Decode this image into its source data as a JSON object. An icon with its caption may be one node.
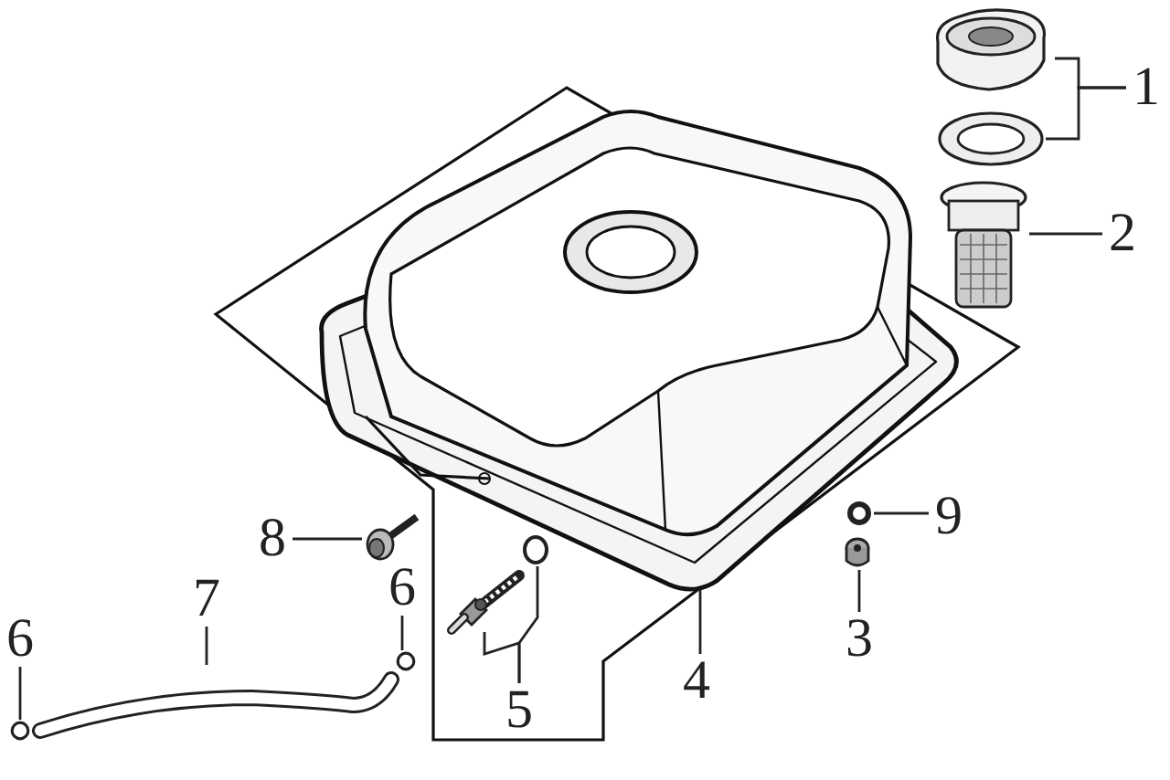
{
  "diagram": {
    "nodes": [
      {
        "text": [
          "1"
        ]
      },
      {
        "text": [],
        "shape": "picture"
      },
      {
        "text": [],
        "shape": "picture"
      },
      {
        "text": [
          "2"
        ]
      },
      {
        "text": [],
        "shape": "picture"
      },
      {
        "text": [
          "9"
        ]
      },
      {
        "text": [],
        "shape": "circle"
      },
      {
        "text": [
          "3"
        ]
      },
      {
        "text": [],
        "shape": "picture"
      },
      {
        "text": [
          "4"
        ]
      },
      {
        "text": [],
        "shape": "picture"
      },
      {
        "text": [
          "5"
        ],
        "in": 10
      },
      {
        "text": [],
        "shape": "picture",
        "in": 10
      },
      {
        "text": [],
        "shape": "circle",
        "in": 10
      },
      {
        "text": [
          "8"
        ]
      },
      {
        "text": [],
        "shape": "picture"
      },
      {
        "text": [
          "6"
        ]
      },
      {
        "text": [],
        "shape": "circle"
      },
      {
        "text": [
          "7"
        ]
      },
      {
        "text": [],
        "shape": "picture"
      },
      {
        "text": [
          "6"
        ]
      },
      {
        "text": [],
        "shape": "circle"
      }
    ],
    "edges": [
      {
        "from": 0,
        "to": 1,
        "arrow": "none"
      },
      {
        "from": 0,
        "to": 2,
        "arrow": "none"
      },
      {
        "from": 3,
        "to": 4,
        "arrow": "none"
      },
      {
        "from": 5,
        "to": 6,
        "arrow": "none"
      },
      {
        "from": 7,
        "to": 8,
        "arrow": "none"
      },
      {
        "from": 9,
        "to": 10,
        "arrow": "none"
      },
      {
        "from": 11,
        "to": 12,
        "arrow": "none"
      },
      {
        "from": 11,
        "to": 13,
        "arrow": "none"
      },
      {
        "from": 14,
        "to": 15,
        "arrow": "none"
      },
      {
        "from": 16,
        "to": 17,
        "arrow": "none"
      },
      {
        "from": 18,
        "to": 19,
        "arrow": "none"
      },
      {
        "from": 20,
        "to": 21,
        "arrow": "none"
      }
    ]
  }
}
